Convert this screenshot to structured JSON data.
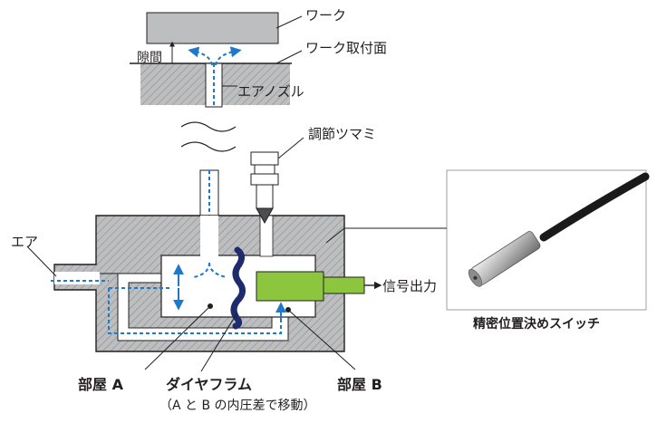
{
  "labels": {
    "work": "ワーク",
    "gap": "隙間",
    "work_mount_surface": "ワーク取付面",
    "air_nozzle": "エアノズル",
    "adjust_knob": "調節ツマミ",
    "air": "エア",
    "signal_output": "信号出力",
    "room_a": "部屋 A",
    "diaphragm": "ダイヤフラム",
    "diaphragm_note": "（A と B の内圧差で移動）",
    "room_b": "部屋 B",
    "product_name": "精密位置決めスイッチ"
  },
  "colors": {
    "air_flow": "#1f78c8",
    "diaphragm": "#1e2c6e",
    "signal_block": "#8cc63f",
    "body_hatch": "#a7a9ac",
    "outline": "#231f20"
  }
}
